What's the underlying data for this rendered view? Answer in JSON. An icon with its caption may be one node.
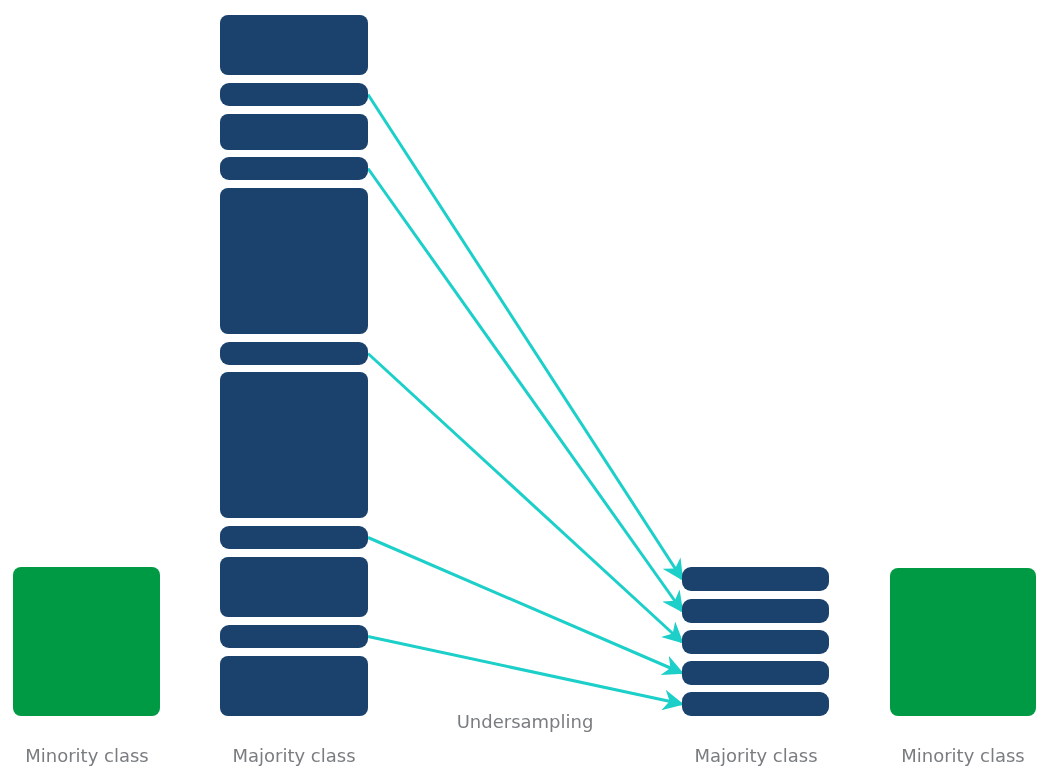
{
  "diagram": {
    "nodes": [
      {
        "text": [],
        "shape": "box"
      },
      {
        "text": [],
        "shape": "box"
      },
      {
        "text": [],
        "shape": "bar"
      },
      {
        "text": [],
        "shape": "box"
      },
      {
        "text": [],
        "shape": "bar"
      },
      {
        "text": [],
        "shape": "box"
      },
      {
        "text": [],
        "shape": "bar"
      },
      {
        "text": [],
        "shape": "box"
      },
      {
        "text": [],
        "shape": "bar"
      },
      {
        "text": [],
        "shape": "box"
      },
      {
        "text": [],
        "shape": "bar"
      },
      {
        "text": [],
        "shape": "box"
      },
      {
        "text": [],
        "shape": "bar"
      },
      {
        "text": [],
        "shape": "bar"
      },
      {
        "text": [],
        "shape": "bar"
      },
      {
        "text": [],
        "shape": "bar"
      },
      {
        "text": [],
        "shape": "bar"
      },
      {
        "text": [],
        "shape": "box"
      }
    ],
    "edges": [
      {
        "from": 2,
        "to": 12,
        "arrow": "to"
      },
      {
        "from": 4,
        "to": 13,
        "arrow": "to"
      },
      {
        "from": 6,
        "to": 14,
        "arrow": "to"
      },
      {
        "from": 8,
        "to": 15,
        "arrow": "to"
      },
      {
        "from": 10,
        "to": 16,
        "arrow": "to"
      }
    ],
    "labels": [
      "Undersampling",
      "Minority class",
      "Majority class",
      "Majority class",
      "Minority class"
    ]
  }
}
